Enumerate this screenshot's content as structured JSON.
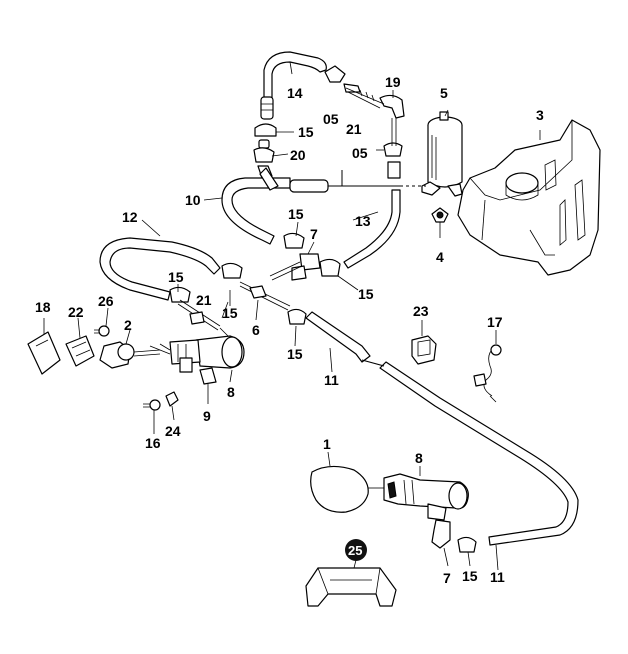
{
  "labels": {
    "p1": "1",
    "p2": "2",
    "p3": "3",
    "p4": "4",
    "p5": "5",
    "p6": "6",
    "p7a": "7",
    "p7b": "7",
    "p8a": "8",
    "p8b": "8",
    "p9": "9",
    "p10": "10",
    "p11a": "11",
    "p11b": "11",
    "p12": "12",
    "p13": "13",
    "p14": "14",
    "p15a": "15",
    "p15b": "15",
    "p15c": "15",
    "p15d": "15",
    "p15e": "15",
    "p15f": "15",
    "p15g": "15",
    "p16": "16",
    "p17": "17",
    "p18": "18",
    "p19": "19",
    "p20": "20",
    "p21a": "21",
    "p21b": "21",
    "p22": "22",
    "p23": "23",
    "p24": "24",
    "p25": "25",
    "p26": "26",
    "p05a": "05",
    "p05b": "05"
  },
  "badge_color": "#111111"
}
